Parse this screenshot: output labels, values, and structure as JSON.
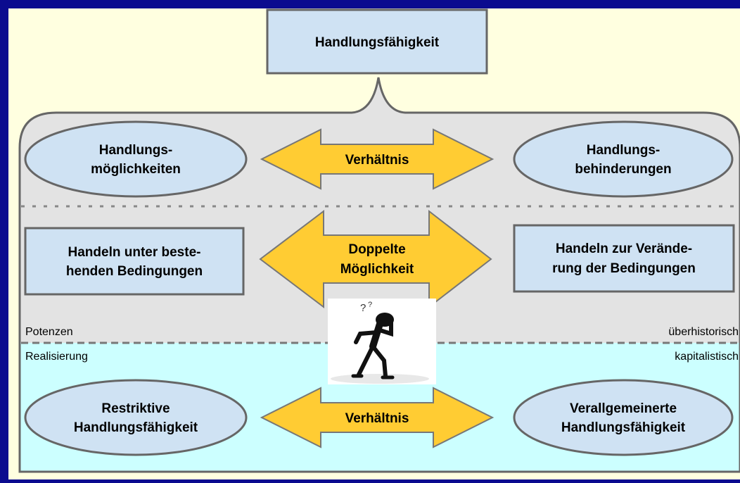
{
  "top_box": {
    "label": "Handlungsfähigkeit"
  },
  "upper_section": {
    "left_ellipse": {
      "line1": "Handlungs-",
      "line2": "möglichkeiten"
    },
    "arrow": {
      "label": "Verhältnis"
    },
    "right_ellipse": {
      "line1": "Handlungs-",
      "line2": "behinderungen"
    }
  },
  "middle_section": {
    "left_box": {
      "line1": "Handeln unter beste-",
      "line2": "henden Bedingungen"
    },
    "arrow": {
      "line1": "Doppelte",
      "line2": "Möglichkeit"
    },
    "right_box": {
      "line1": "Handeln zur Verände-",
      "line2": "rung der Bedingungen"
    }
  },
  "divider_labels": {
    "potenzen": "Potenzen",
    "ueberhistorisch": "überhistorisch",
    "realisierung": "Realisierung",
    "kapitalistisch": "kapitalistisch"
  },
  "lower_section": {
    "left_ellipse": {
      "line1": "Restriktive",
      "line2": "Handlungsfähigkeit"
    },
    "arrow": {
      "label": "Verhältnis"
    },
    "right_ellipse": {
      "line1": "Verallgemeinerte",
      "line2": "Handlungsfähigkeit"
    }
  },
  "figure": {
    "icon": "thinking-stick-figure-icon"
  },
  "colors": {
    "frame_blue": "#0b0b8f",
    "outer_background": "#ffffe0",
    "upper_gray": "#e3e3e3",
    "lower_cyan": "#ccffff",
    "shape_fill": "#cfe2f3",
    "arrow_fill": "#ffcc33",
    "outline": "#666666"
  }
}
